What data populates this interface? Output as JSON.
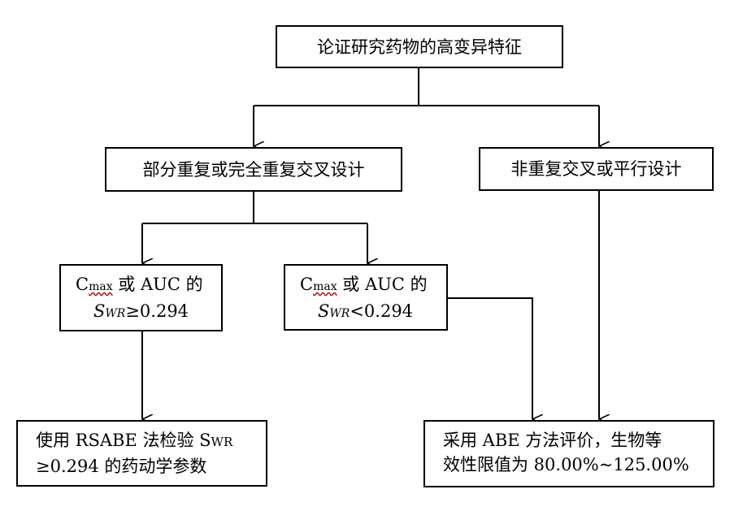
{
  "diagram": {
    "top_box": "论证研究药物的高变异特征",
    "left_design_box": "部分重复或完全重复交叉设计",
    "right_design_box": "非重复交叉或平行设计",
    "high_swr_box": {
      "c_letter": "C",
      "c_sub": "max",
      "line1_rest": "或 AUC 的",
      "s_letter": "S",
      "s_sub": "WR",
      "comparison": "≥0.294"
    },
    "low_swr_box": {
      "c_letter": "C",
      "c_sub": "max",
      "line1_rest": "或 AUC 的",
      "s_letter": "S",
      "s_sub": "WR",
      "comparison": "<0.294"
    },
    "rsabe_box": {
      "line1_prefix": "使用 RSABE 法检验 S",
      "line1_sub": "WR",
      "line2": "≥0.294 的药动学参数"
    },
    "abe_box": {
      "line1": "采用 ABE 方法评价，生物等",
      "line2": "效性限值为 80.00%~125.00%"
    }
  }
}
